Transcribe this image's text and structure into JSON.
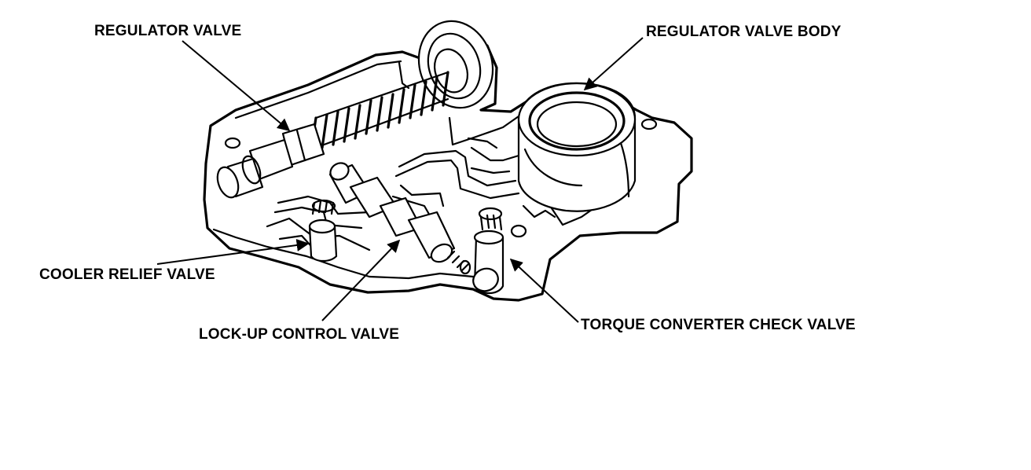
{
  "labels": {
    "regulator_valve": "REGULATOR VALVE",
    "regulator_valve_body": "REGULATOR VALVE BODY",
    "cooler_relief_valve": "COOLER RELIEF VALVE",
    "lock_up_control_valve": "LOCK-UP CONTROL VALVE",
    "torque_converter_check_valve": "TORQUE CONVERTER CHECK VALVE"
  },
  "colors": {
    "ink": "#000000",
    "background": "#ffffff"
  }
}
